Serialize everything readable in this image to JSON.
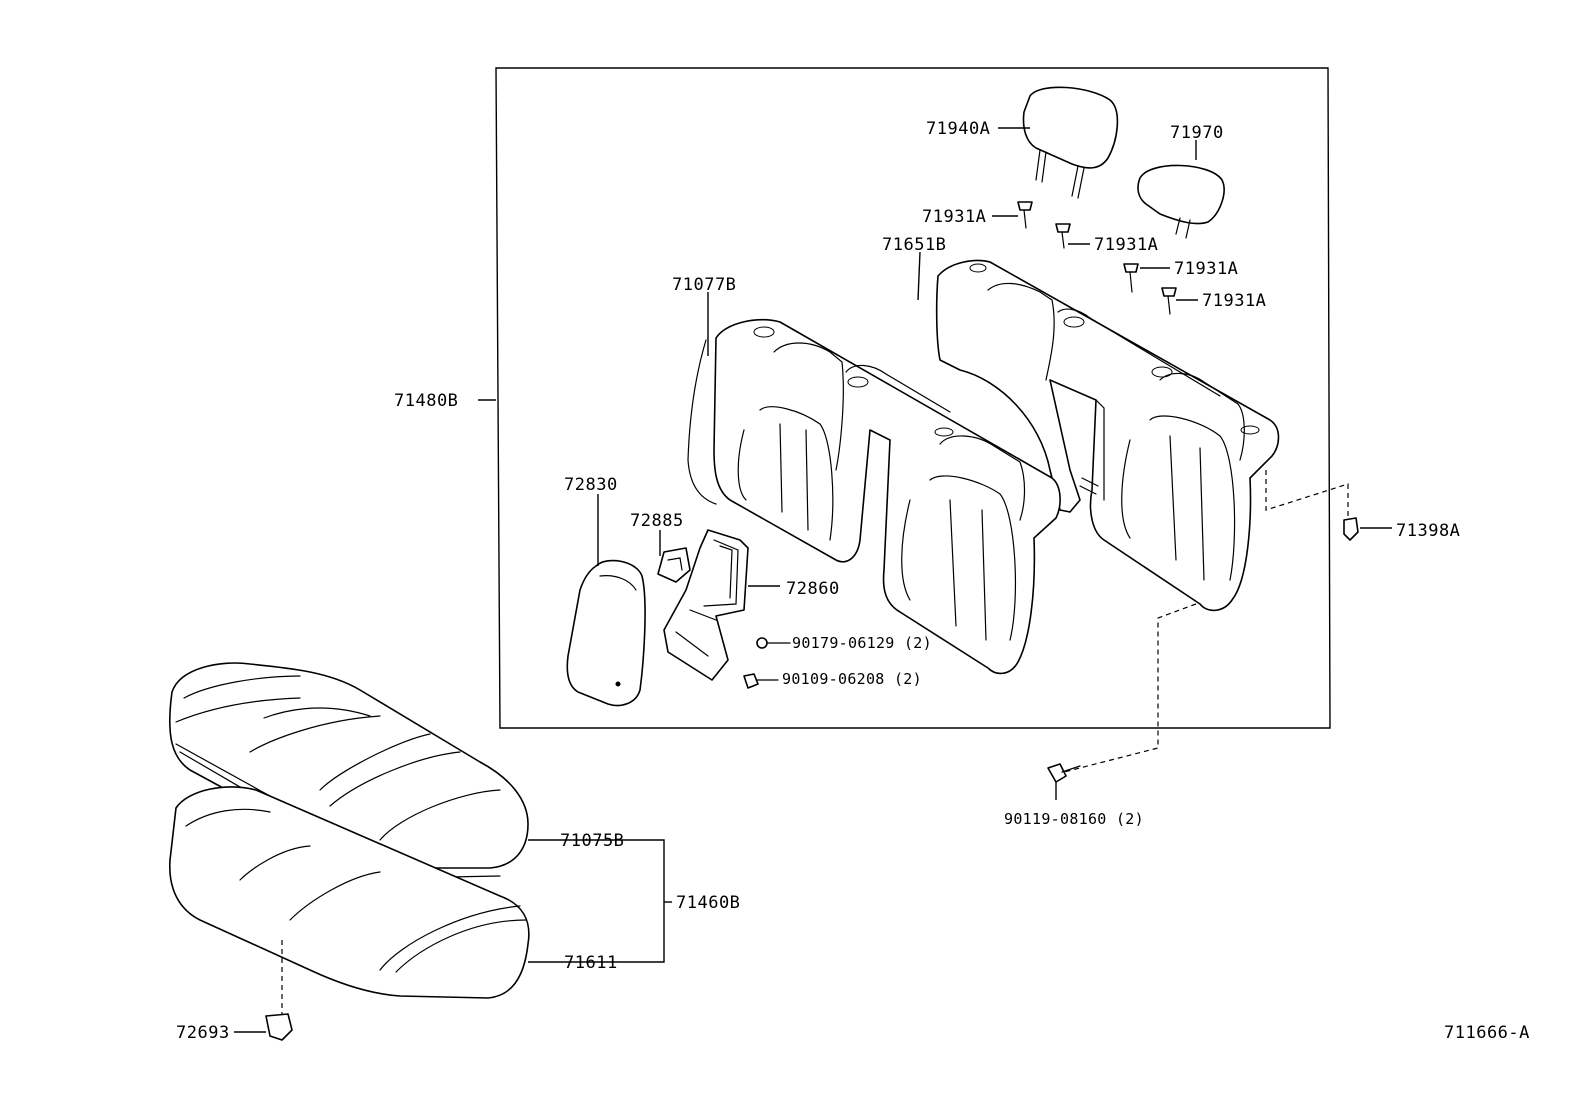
{
  "diagram_id": "711666-A",
  "parts": [
    {
      "id": "seatback-assembly",
      "label": "71480B"
    },
    {
      "id": "headrest-center",
      "label": "71940A"
    },
    {
      "id": "headrest-side",
      "label": "71970"
    },
    {
      "id": "support-1",
      "label": "71931A"
    },
    {
      "id": "support-2",
      "label": "71931A"
    },
    {
      "id": "support-3",
      "label": "71931A"
    },
    {
      "id": "support-4",
      "label": "71931A"
    },
    {
      "id": "seatback-pad-right",
      "label": "71651B"
    },
    {
      "id": "seatback-cover-left",
      "label": "71077B"
    },
    {
      "id": "armrest",
      "label": "72830"
    },
    {
      "id": "armrest-hinge-cover",
      "label": "72885"
    },
    {
      "id": "armrest-frame",
      "label": "72860"
    },
    {
      "id": "screw-a",
      "label": "90179-06129 (2)"
    },
    {
      "id": "bolt-a",
      "label": "90109-06208 (2)"
    },
    {
      "id": "lock-hook",
      "label": "71398A"
    },
    {
      "id": "bolt-b",
      "label": "90119-08160 (2)"
    },
    {
      "id": "cushion-cover",
      "label": "71075B"
    },
    {
      "id": "cushion-assembly",
      "label": "71460B"
    },
    {
      "id": "cushion-pad",
      "label": "71611"
    },
    {
      "id": "clip",
      "label": "72693"
    }
  ]
}
